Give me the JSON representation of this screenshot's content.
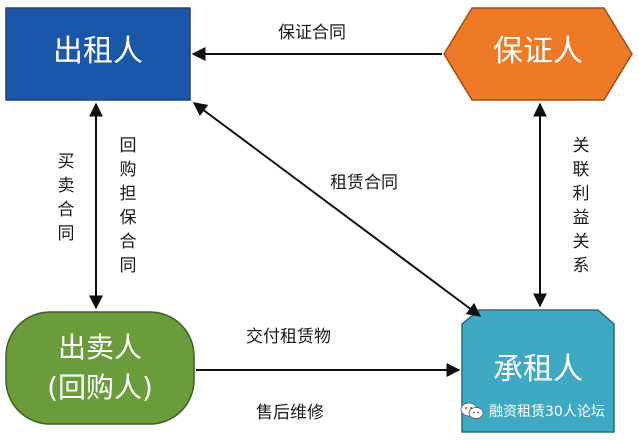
{
  "nodes": {
    "lessor": {
      "label": "出租人",
      "color": "#1a57a8"
    },
    "guarantor": {
      "label": "保证人",
      "color": "#ee7a28"
    },
    "seller": {
      "label_line1": "出卖人",
      "label_line2": "(回购人)",
      "color": "#6b9c3b"
    },
    "lessee": {
      "label": "承租人",
      "color": "#3fa9c4"
    }
  },
  "edges": {
    "guarantee_contract": "保证合同",
    "lease_contract": "租赁合同",
    "sale_contract": "买卖合同",
    "buyback_guarantee_contract": "回购担保合同",
    "related_interest": "关联利益关系",
    "deliver_leased_item": "交付租赁物",
    "after_sales_repair": "售后维修"
  },
  "watermark": {
    "text": "融资租赁30人论坛",
    "icon": "wechat-icon"
  }
}
